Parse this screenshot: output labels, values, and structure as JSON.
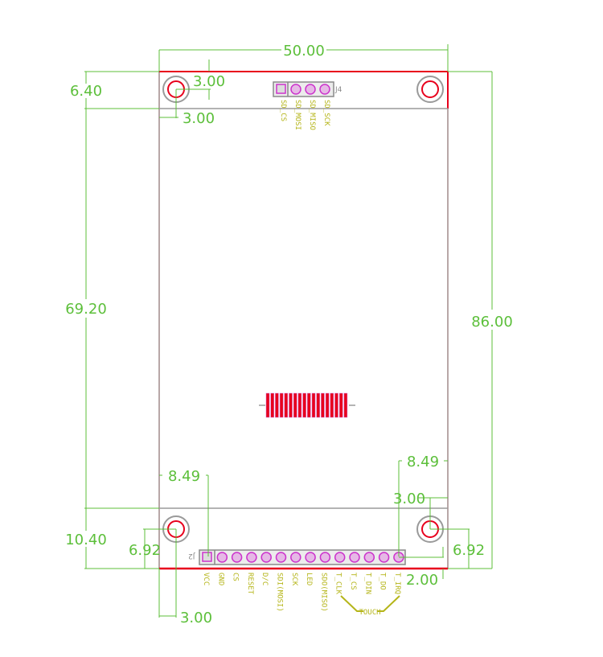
{
  "drawing": {
    "board_outline_color": "#e8001c",
    "dimension_color": "#5cbf3a",
    "pin_label_color": "#b5b519",
    "pad_color": "#cc33cc",
    "silkscreen_color": "#9a9a9a"
  },
  "dimensions": {
    "board_width": "50.00",
    "board_height": "86.00",
    "display_area_height": "69.20",
    "top_margin": "6.40",
    "bottom_margin": "10.40",
    "top_hole_offset_y": "3.00",
    "top_hole_offset_x": "3.00",
    "bottom_left_hole_offset_x": "3.00",
    "bottom_right_hole_offset_x": "3.00",
    "left_header_offset": "8.49",
    "right_header_offset": "8.49",
    "left_hole_to_bottom": "6.92",
    "right_hole_to_bottom": "6.92",
    "header_to_edge": "2.00"
  },
  "connectors": {
    "j4": {
      "ref": "J4",
      "pins": [
        "SD_CS",
        "SD_MOSI",
        "SD_MISO",
        "SD_SCK"
      ]
    },
    "j2": {
      "ref": "J2",
      "pins": [
        "VCC",
        "GND",
        "CS",
        "RESET",
        "D/C",
        "SDI(MOSI)",
        "SCK",
        "LED",
        "SDO(MISO)",
        "T_CLK",
        "T_CS",
        "T_DIN",
        "T_DO",
        "T_IRQ"
      ],
      "group_label": "TOUCH"
    }
  }
}
